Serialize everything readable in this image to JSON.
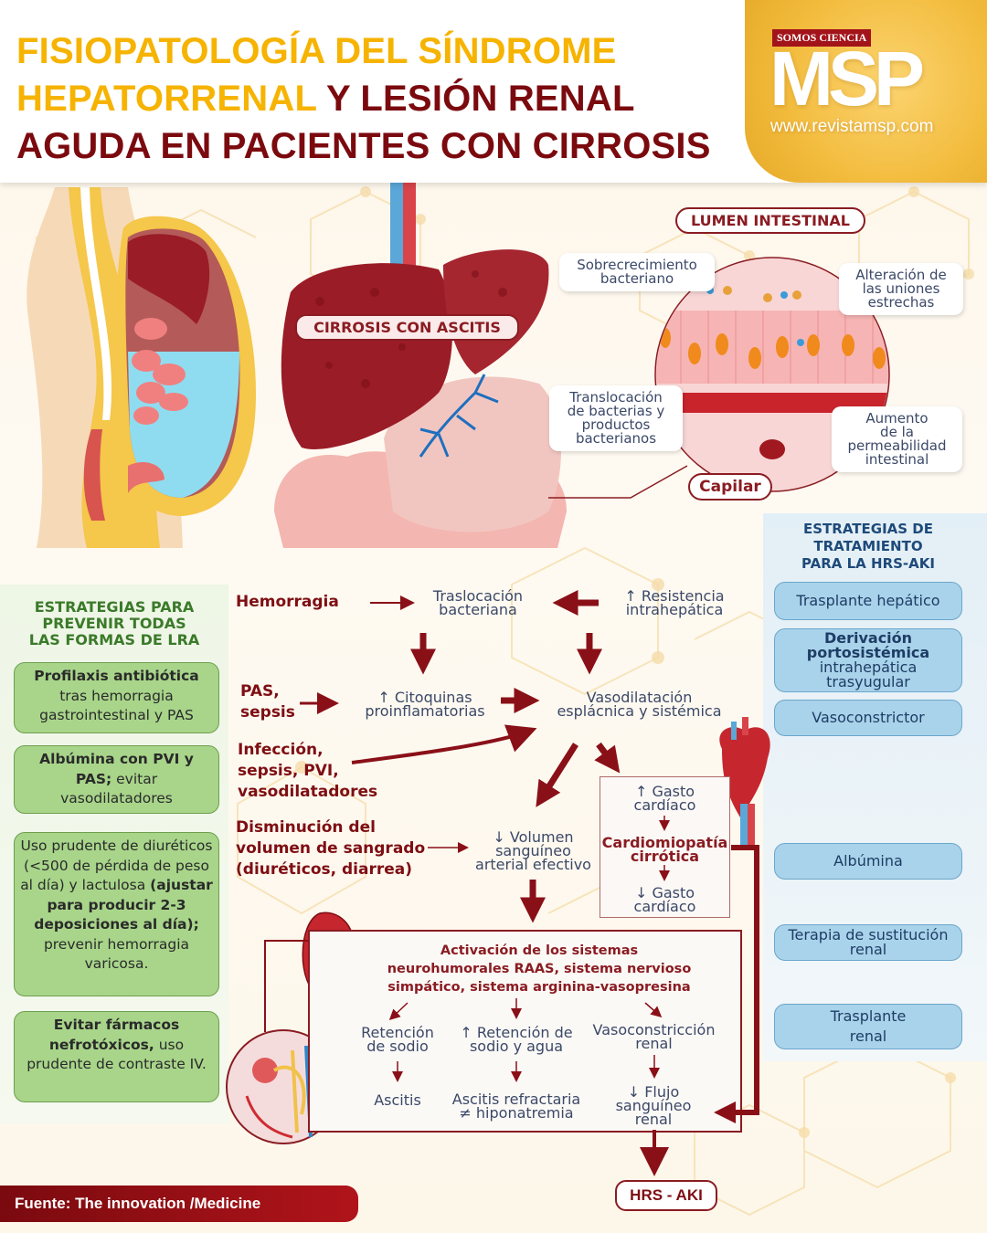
{
  "header": {
    "title_line1_gold": "FISIOPATOLOGÍA DEL SÍNDROME",
    "title_line2_gold": "HEPATORRENAL",
    "title_line2_dark": " Y LESIÓN RENAL",
    "title_line3_dark": "AGUDA EN PACIENTES CON CIRROSIS",
    "colors": {
      "gold": "#f6b300",
      "dark_red": "#7b0a0f"
    }
  },
  "logo": {
    "tagline": "SOMOS CIENCIA",
    "brand": "MSP",
    "url": "www.revistamsp.com"
  },
  "anatomy": {
    "cirrhosis_label": "CIRROSIS CON ASCITIS",
    "lumen_label": "LUMEN INTESTINAL",
    "capillary_label": "Capilar",
    "callouts": [
      {
        "lines": [
          "Sobrecrecimiento",
          "bacteriano"
        ]
      },
      {
        "lines": [
          "Alteración de",
          "las uniones",
          "estrechas"
        ]
      },
      {
        "lines": [
          "Translocación",
          "de bacterias y",
          "productos",
          "bacterianos"
        ]
      },
      {
        "lines": [
          "Aumento",
          "de la",
          "permeabilidad",
          "intestinal"
        ]
      }
    ]
  },
  "treatment_panel": {
    "title_lines": [
      "ESTRATEGIAS DE",
      "TRATAMIENTO",
      "PARA LA HRS-AKI"
    ],
    "items": [
      {
        "bold": "",
        "text": "Trasplante hepático"
      },
      {
        "bold": "Derivación portosistémica",
        "text": "intrahepática trasyugular"
      },
      {
        "bold": "",
        "text": "Vasoconstrictor"
      },
      {
        "bold": "",
        "text": "Albúmina"
      },
      {
        "bold": "",
        "text": "Terapia de sustitución renal"
      },
      {
        "bold": "",
        "text": "Trasplante renal"
      }
    ],
    "colors": {
      "box": "#a9d3ea",
      "title": "#1e4a7a"
    }
  },
  "prevention_panel": {
    "title_lines": [
      "ESTRATEGIAS PARA",
      "PREVENIR TODAS",
      "LAS FORMAS DE LRA"
    ],
    "items": [
      {
        "bold": "Profilaxis antibiótica",
        "text": "tras hemorragia gastrointestinal y PAS"
      },
      {
        "bold": "Albúmina con PVI y PAS;",
        "text": "evitar vasodilatadores"
      },
      {
        "text_a": "Uso prudente de diuréticos (<500 de pérdida de peso al día) y lactulosa",
        "bold": "(ajustar para producir 2-3 deposiciones al día);",
        "text_b": "prevenir hemorragia varicosa."
      },
      {
        "bold": "Evitar fármacos nefrotóxicos,",
        "text": "uso prudente de contraste IV."
      }
    ],
    "colors": {
      "box": "#a8d58a",
      "title": "#3b7a2a"
    }
  },
  "flow": {
    "causes": {
      "hemorragia": "Hemorragia",
      "pas_sepsis": [
        "PAS,",
        "sepsis"
      ],
      "infeccion": [
        "Infección,",
        "sepsis, PVI,",
        "vasodilatadores"
      ],
      "disminucion": [
        "Disminución del",
        "volumen de sangrado",
        "(diuréticos, diarrea)"
      ]
    },
    "nodes": {
      "traslocacion": [
        "Traslocación",
        "bacteriana"
      ],
      "resistencia": [
        "↑ Resistencia",
        "intrahepática"
      ],
      "citoquinas": [
        "↑ Citoquinas",
        "proinflamatorias"
      ],
      "vasodilatacion": [
        "Vasodilatación",
        "esplácnica y sistémica"
      ],
      "volumen": [
        "↓ Volumen",
        "sanguíneo",
        "arterial efectivo"
      ],
      "gasto_up": [
        "↑ Gasto",
        "cardíaco"
      ],
      "cardiomiopatia": [
        "Cardiomiopatía",
        "cirrótica"
      ],
      "gasto_down": [
        "↓ Gasto",
        "cardíaco"
      ]
    },
    "neurohumoral": {
      "title_lines": [
        "Activación de los sistemas",
        "neurohumorales RAAS, sistema nervioso",
        "simpático, sistema arginina-vasopresina"
      ],
      "branches": [
        {
          "effect": [
            "Retención",
            "de sodio"
          ],
          "result": [
            "Ascitis"
          ]
        },
        {
          "effect": [
            "↑  Retención de",
            "sodio y agua"
          ],
          "result": [
            "Ascitis refractaria",
            "≠ hiponatremia"
          ]
        },
        {
          "effect": [
            "Vasoconstricción",
            "renal"
          ],
          "result": [
            "↓  Flujo",
            "sanguíneo",
            "renal"
          ]
        }
      ]
    },
    "outcome": "HRS - AKI",
    "colors": {
      "arrow": "#8a1018",
      "node_text": "#3b4868"
    }
  },
  "footer": {
    "source": "Fuente: The innovation /Medicine"
  }
}
